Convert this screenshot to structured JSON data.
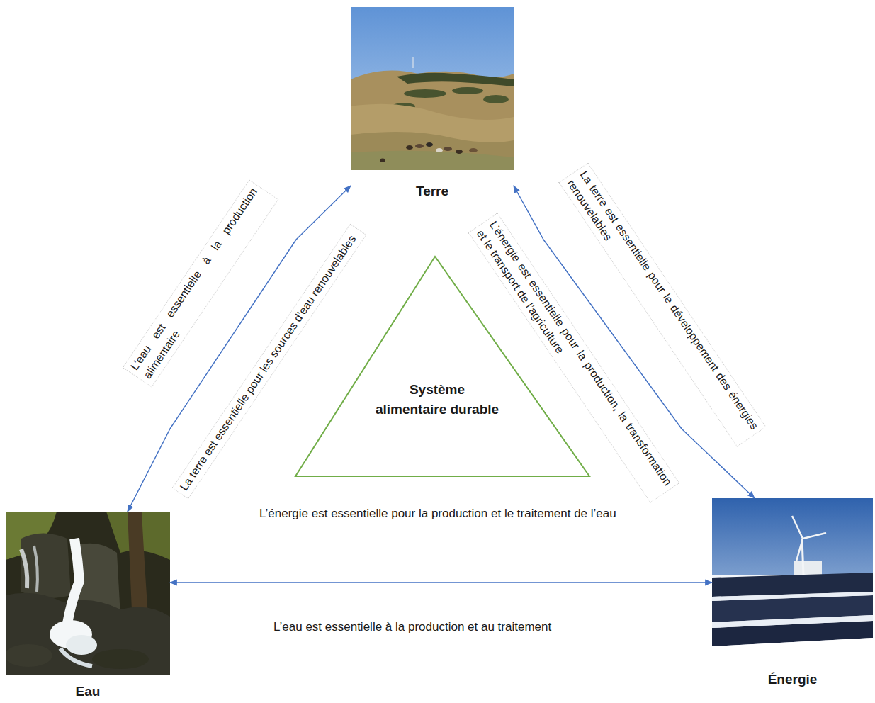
{
  "diagram": {
    "nodes": [
      {
        "text": [
          "Terre"
        ]
      },
      {
        "text": [
          "Système alimentaire durable"
        ]
      },
      {
        "text": [
          "Eau"
        ]
      },
      {
        "text": [
          "Énergie"
        ]
      }
    ],
    "edges": [
      {
        "from": 0,
        "to": 2,
        "arrow": "both"
      },
      {
        "from": 0,
        "to": 3,
        "arrow": "both"
      },
      {
        "from": 2,
        "to": 3,
        "arrow": "both"
      }
    ],
    "labels": [
      "L’eau est essentielle à la production alimentaire",
      "La terre est essentielle pour les sources d’eau renouvelables",
      "L’énergie est essentielle pour la production, la transformation et le transport de l’agriculture",
      "La terre est essentielle pour le développement des énergies renouvelables",
      "L’énergie est essentielle pour la production et le traitement de l’eau",
      "L’eau est essentielle à la production et au traitement"
    ]
  }
}
